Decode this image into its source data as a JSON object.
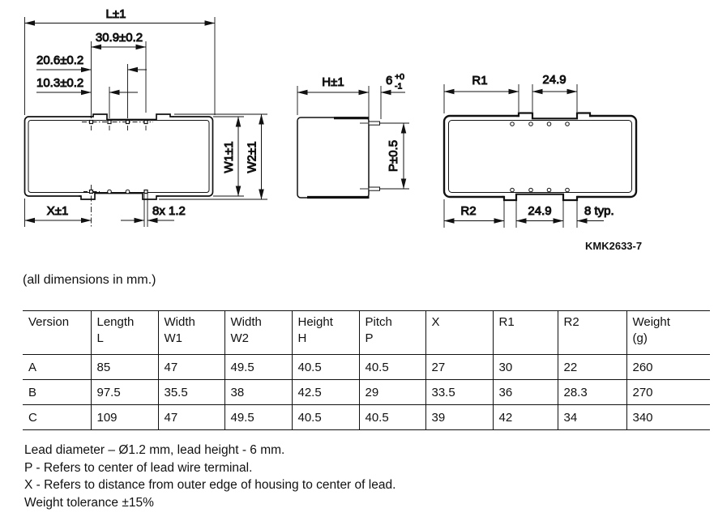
{
  "page": {
    "dimensions_note": "(all dimensions in mm.)",
    "figure_ref": "KMK2633-7"
  },
  "front_view": {
    "length_dim": "L±1",
    "pin_span_dim": "30.9±0.2",
    "pin_pitch2_dim": "20.6±0.2",
    "pin_pitch1_dim": "10.3±0.2",
    "width1_dim": "W1±1",
    "width2_dim": "W2±1",
    "x_dim": "X±1",
    "lead_count_size_dim": "8x 1.2"
  },
  "side_view": {
    "height_dim": "H±1",
    "lead_length_dim": "6",
    "lead_length_tol_upper": "+0",
    "lead_length_tol_lower": "-1",
    "pitch_dim": "P±0.5"
  },
  "bottom_view": {
    "r1_dim": "R1",
    "top_span_dim": "24.9",
    "r2_dim": "R2",
    "bottom_span_dim": "24.9",
    "foot_dim": "8 typ."
  },
  "table": {
    "headers": [
      [
        "Version",
        ""
      ],
      [
        "Length",
        "L"
      ],
      [
        "Width",
        "W1"
      ],
      [
        "Width",
        "W2"
      ],
      [
        "Height",
        "H"
      ],
      [
        "Pitch",
        "P"
      ],
      [
        "X",
        ""
      ],
      [
        "R1",
        ""
      ],
      [
        "R2",
        ""
      ],
      [
        "Weight",
        "(g)"
      ]
    ],
    "rows": [
      [
        "A",
        "85",
        "47",
        "49.5",
        "40.5",
        "40.5",
        "27",
        "30",
        "22",
        "260"
      ],
      [
        "B",
        "97.5",
        "35.5",
        "38",
        "42.5",
        "29",
        "33.5",
        "36",
        "28.3",
        "270"
      ],
      [
        "C",
        "109",
        "47",
        "49.5",
        "40.5",
        "40.5",
        "39",
        "42",
        "34",
        "340"
      ]
    ]
  },
  "footnotes": [
    "Lead diameter – Ø1.2 mm, lead height - 6 mm.",
    "P - Refers to center of lead wire terminal.",
    "X - Refers to distance from outer edge of housing to center of lead.",
    "Weight tolerance ±15%"
  ]
}
